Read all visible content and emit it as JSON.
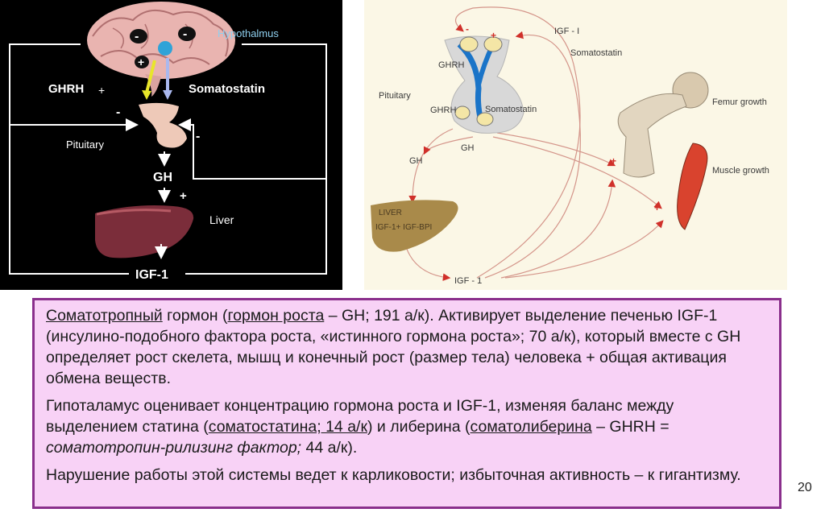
{
  "left_diagram": {
    "hypothalamus": "Hypothalmus",
    "ghrh": "GHRH",
    "ghrh_sign": "+",
    "somatostatin": "Somatostatin",
    "pituitary": "Pituitary",
    "gh": "GH",
    "liver": "Liver",
    "igf1": "IGF-1",
    "plus": "+",
    "minus": "-"
  },
  "right_diagram": {
    "igf_top": "IGF - I",
    "somatostatin_top": "Somatostatin",
    "ghrh_top": "GHRH",
    "pituitary": "Pituitary",
    "ghrh_mid": "GHRH",
    "somatostatin_mid": "Somatostatin",
    "gh_mid": "GH",
    "gh_left": "GH",
    "liver_line1": "LIVER",
    "liver_line2": "IGF-1+ IGF-BPI",
    "igf_bottom": "IGF - 1",
    "femur": "Femur growth",
    "muscle": "Muscle growth",
    "plus": "+",
    "minus": "-"
  },
  "text": {
    "p1": {
      "s1": "Соматотропный",
      "s2": " гормон (",
      "s3": "гормон роста",
      "s4": " – GH; 191 а/к). Активирует выделение печенью IGF-1 (инсулино-подобного фактора роста, «истинного гормона роста»; 70 а/к), который вместе с GH определяет рост скелета, мышц и конечный рост (размер тела) человека + общая активация обмена веществ."
    },
    "p2": {
      "s1": "Гипоталамус оценивает концентрацию гормона роста и IGF-1, изменяя баланс между выделением статина (",
      "s2": "соматостатина; 14 а/к",
      "s3": ") и либерина (",
      "s4": "соматолиберина",
      "s5": " – GHRH = ",
      "s6": "соматотропин-рилизинг фактор;",
      "s7": " 44 а/к)."
    },
    "p3": "Нарушение работы этой системы ведет к карликовости; избыточная активность – к гигантизму."
  },
  "page_number": "20"
}
